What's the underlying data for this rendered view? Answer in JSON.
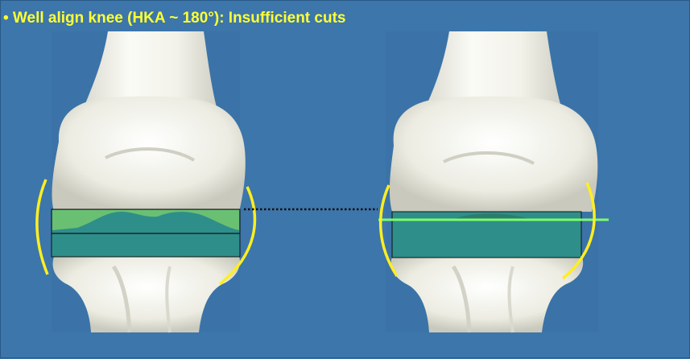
{
  "slide": {
    "title": "• Well align knee (HKA ~ 180°): Insufficient cuts"
  },
  "colors": {
    "background": "#3d76aa",
    "title": "#ffff33",
    "bone": "#efefe6",
    "cut_block": "#2e8e8a",
    "condyle_highlight": "#7fd06a",
    "yellow_lines": "#ffee22",
    "green_line": "#7dff6a",
    "dotted_connector": "#101010"
  },
  "figures": [
    {
      "name": "left-knee-view"
    },
    {
      "name": "right-knee-view"
    }
  ]
}
